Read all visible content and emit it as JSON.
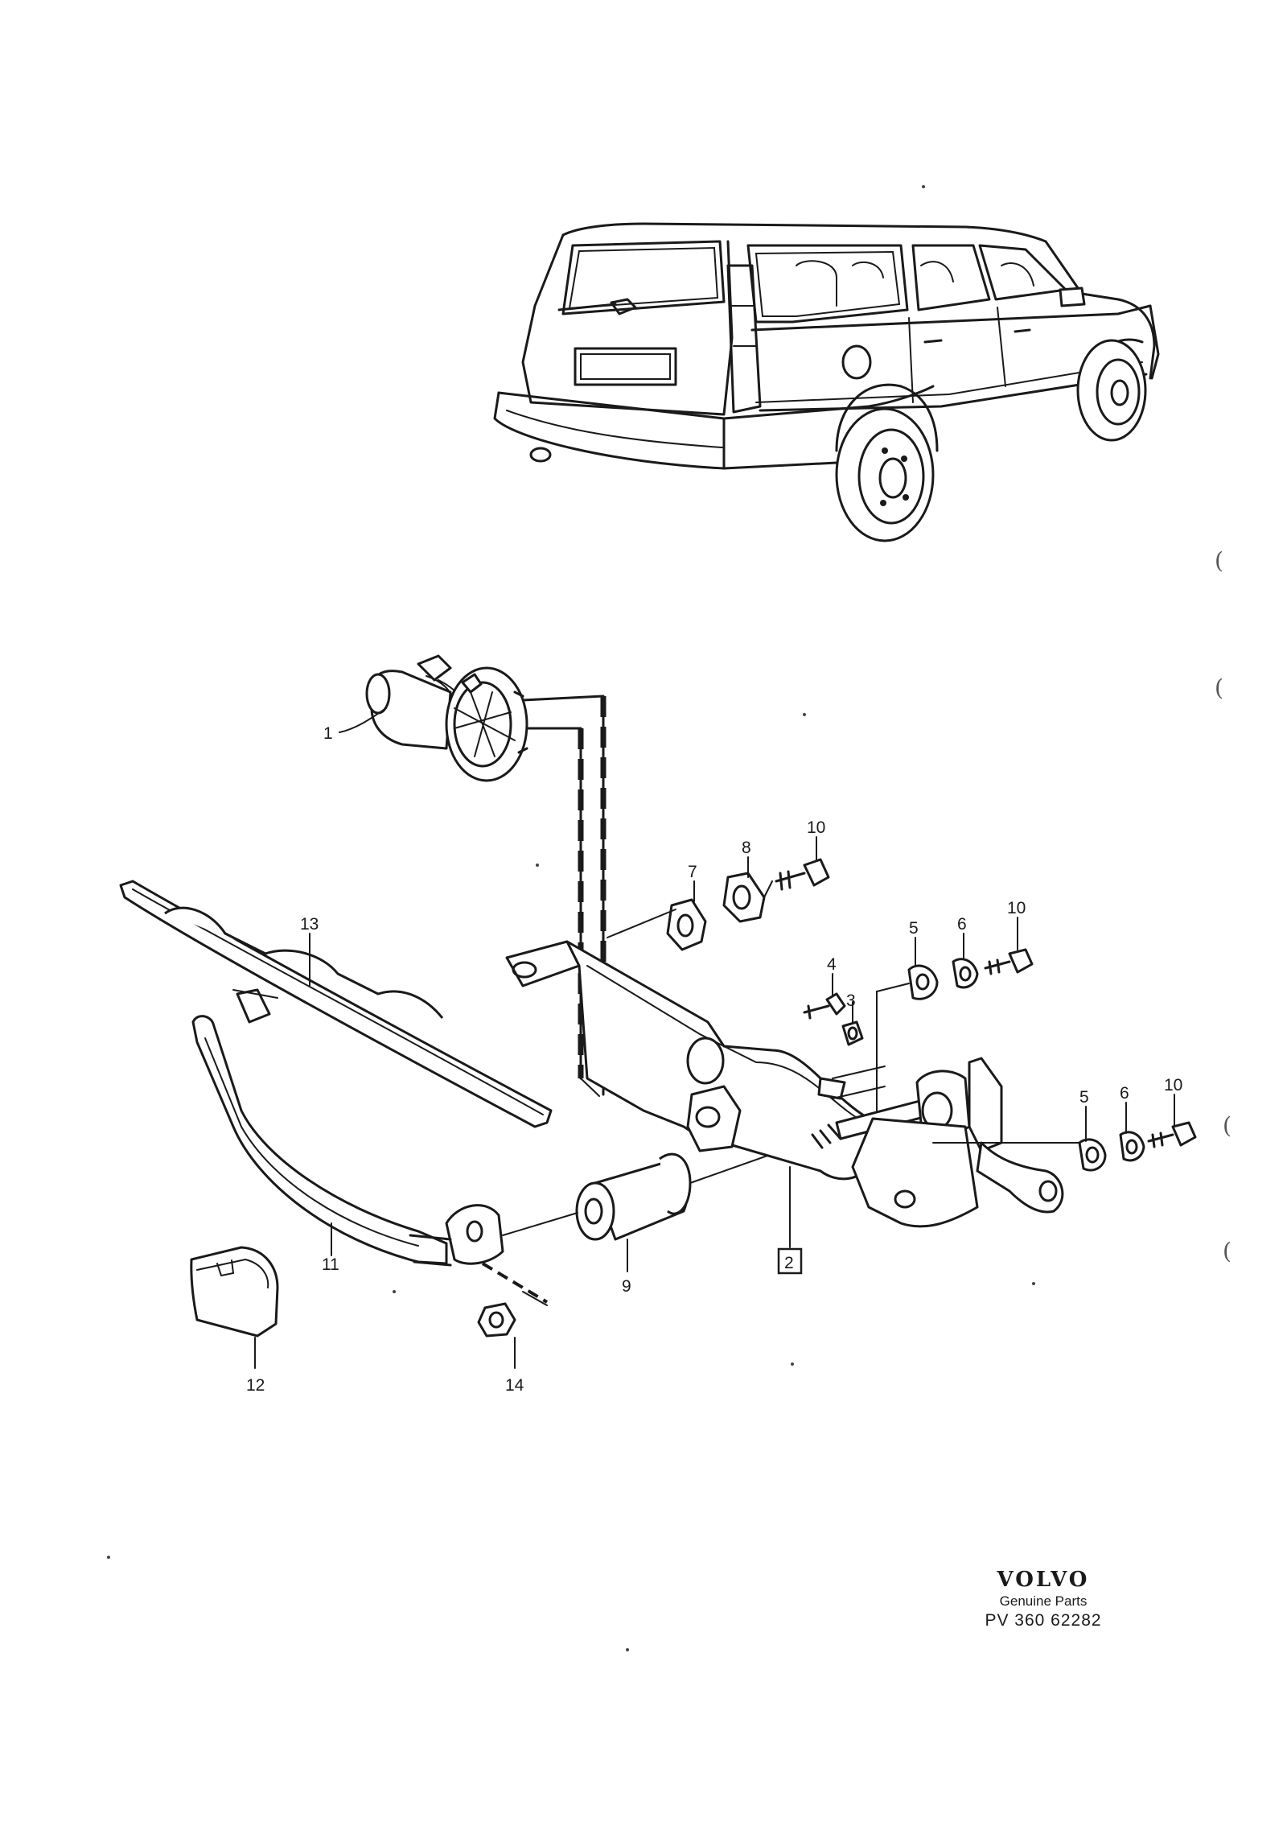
{
  "callouts": [
    {
      "id": "c1",
      "text": "1"
    },
    {
      "id": "c2",
      "text": "2"
    },
    {
      "id": "c3",
      "text": "3"
    },
    {
      "id": "c4",
      "text": "4"
    },
    {
      "id": "c5a",
      "text": "5"
    },
    {
      "id": "c5b",
      "text": "5"
    },
    {
      "id": "c6a",
      "text": "6"
    },
    {
      "id": "c6b",
      "text": "6"
    },
    {
      "id": "c7",
      "text": "7"
    },
    {
      "id": "c8",
      "text": "8"
    },
    {
      "id": "c9",
      "text": "9"
    },
    {
      "id": "c10a",
      "text": "10"
    },
    {
      "id": "c10b",
      "text": "10"
    },
    {
      "id": "c10c",
      "text": "10"
    },
    {
      "id": "c11",
      "text": "11"
    },
    {
      "id": "c12",
      "text": "12"
    },
    {
      "id": "c13",
      "text": "13"
    },
    {
      "id": "c14",
      "text": "14"
    }
  ],
  "brand": {
    "logo": "VOLVO",
    "subtitle": "Genuine Parts",
    "code": "PV 360 62282"
  },
  "margin_marks": [
    "(",
    "(",
    "(",
    "("
  ]
}
